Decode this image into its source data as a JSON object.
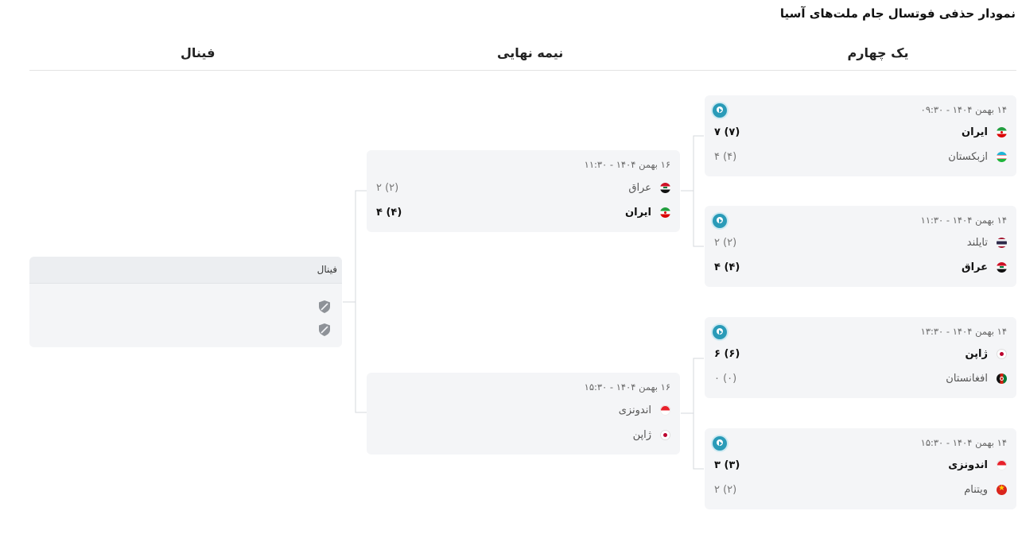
{
  "page_title": "نمودار حذفی فوتسال جام ملت‌های آسیا",
  "rounds": {
    "quarter": "یک چهارم",
    "semi": "نیمه نهایی",
    "final": "فینال"
  },
  "quarterfinals": [
    {
      "date": "۱۴ بهمن ۱۴۰۴ - ۰۹:۳۰",
      "teams": [
        {
          "name": "ایران",
          "flag": "iran-flag-icon",
          "score": "۷ (۷)",
          "winner": true
        },
        {
          "name": "ازبکستان",
          "flag": "uzbekistan-flag-icon",
          "score": "۴ (۴)",
          "winner": false
        }
      ]
    },
    {
      "date": "۱۴ بهمن ۱۴۰۴ - ۱۱:۳۰",
      "teams": [
        {
          "name": "تایلند",
          "flag": "thailand-flag-icon",
          "score": "۲ (۲)",
          "winner": false
        },
        {
          "name": "عراق",
          "flag": "iraq-flag-icon",
          "score": "۴ (۴)",
          "winner": true
        }
      ]
    },
    {
      "date": "۱۴ بهمن ۱۴۰۴ - ۱۳:۳۰",
      "teams": [
        {
          "name": "ژاپن",
          "flag": "japan-flag-icon",
          "score": "۶ (۶)",
          "winner": true
        },
        {
          "name": "افغانستان",
          "flag": "afghanistan-flag-icon",
          "score": "۰ (۰)",
          "winner": false
        }
      ]
    },
    {
      "date": "۱۴ بهمن ۱۴۰۴ - ۱۵:۳۰",
      "teams": [
        {
          "name": "اندونزی",
          "flag": "indonesia-flag-icon",
          "score": "۳ (۳)",
          "winner": true
        },
        {
          "name": "ویتنام",
          "flag": "vietnam-flag-icon",
          "score": "۲ (۲)",
          "winner": false
        }
      ]
    }
  ],
  "semifinals": [
    {
      "date": "۱۶ بهمن ۱۴۰۴ - ۱۱:۳۰",
      "teams": [
        {
          "name": "عراق",
          "flag": "iraq-flag-icon",
          "score": "۲ (۲)",
          "winner": false
        },
        {
          "name": "ایران",
          "flag": "iran-flag-icon",
          "score": "۴ (۴)",
          "winner": true
        }
      ]
    },
    {
      "date": "۱۶ بهمن ۱۴۰۴ - ۱۵:۳۰",
      "teams": [
        {
          "name": "اندونزی",
          "flag": "indonesia-flag-icon",
          "score": "",
          "winner": false
        },
        {
          "name": "ژاپن",
          "flag": "japan-flag-icon",
          "score": "",
          "winner": false
        }
      ]
    }
  ],
  "final": {
    "label": "فینال",
    "placeholder_icon": "shield-placeholder-icon"
  },
  "colors": {
    "accent": "#2a9bb8",
    "card_bg": "#f4f5f7",
    "connector": "#d5d8dc"
  }
}
